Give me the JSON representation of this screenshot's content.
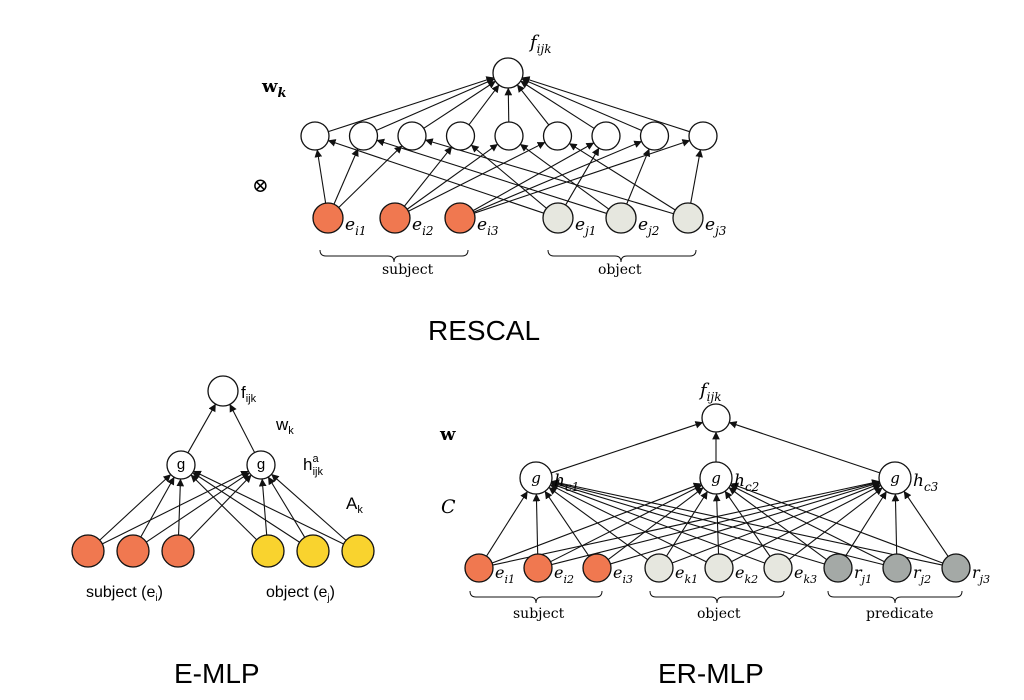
{
  "colors": {
    "subject": "#f07850",
    "object_light": "#e6e7df",
    "object_yellow": "#f9d32e",
    "predicate": "#a4a9a6",
    "hidden": "#ffffff",
    "stroke": "#111111"
  },
  "rescal": {
    "caption": "RESCAL",
    "output_label": "f",
    "output_sub": "ijk",
    "weight_label": "w",
    "weight_sub": "k",
    "product_symbol": "⊗",
    "subject_nodes": [
      {
        "label": "e",
        "sub": "i1"
      },
      {
        "label": "e",
        "sub": "i2"
      },
      {
        "label": "e",
        "sub": "i3"
      }
    ],
    "object_nodes": [
      {
        "label": "e",
        "sub": "j1"
      },
      {
        "label": "e",
        "sub": "j2"
      },
      {
        "label": "e",
        "sub": "j3"
      }
    ],
    "subject_brace_label": "subject",
    "object_brace_label": "object"
  },
  "emlp": {
    "caption": "E-MLP",
    "output_label": "f",
    "output_sub": "ijk",
    "weight_label": "w",
    "weight_sub": "k",
    "hidden_node_label": "g",
    "hidden_label": "h",
    "hidden_sup": "a",
    "hidden_sub": "ijk",
    "matrix_label": "A",
    "matrix_sub": "k",
    "subject_text": "subject (e",
    "subject_sub": "i",
    "object_text": "object (e",
    "object_sub": "j",
    "close_paren": ")"
  },
  "ermlp": {
    "caption": "ER-MLP",
    "output_label": "f",
    "output_sub": "ijk",
    "weight_label": "w",
    "matrix_label": "C",
    "hidden_node_label": "g",
    "hidden_nodes": [
      {
        "label": "h",
        "sub": "c1"
      },
      {
        "label": "h",
        "sub": "c2"
      },
      {
        "label": "h",
        "sub": "c3"
      }
    ],
    "subject_nodes": [
      {
        "label": "e",
        "sub": "i1"
      },
      {
        "label": "e",
        "sub": "i2"
      },
      {
        "label": "e",
        "sub": "i3"
      }
    ],
    "object_nodes": [
      {
        "label": "e",
        "sub": "k1"
      },
      {
        "label": "e",
        "sub": "k2"
      },
      {
        "label": "e",
        "sub": "k3"
      }
    ],
    "predicate_nodes": [
      {
        "label": "r",
        "sub": "j1"
      },
      {
        "label": "r",
        "sub": "j2"
      },
      {
        "label": "r",
        "sub": "j3"
      }
    ],
    "subject_brace_label": "subject",
    "object_brace_label": "object",
    "predicate_brace_label": "predicate"
  }
}
